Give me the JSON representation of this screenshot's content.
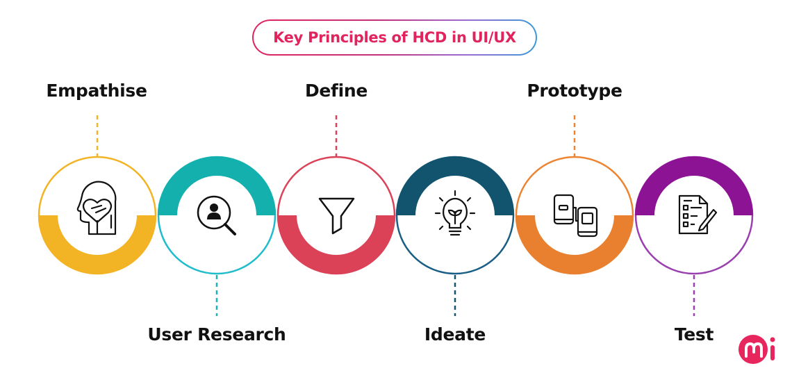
{
  "title": "Key Principles of HCD in UI/UX",
  "colors": {
    "title": "#e0245e",
    "empathise": "#f2b424",
    "user_research": "#1ab2b5",
    "define": "#db4258",
    "ideate": "#12536e",
    "prototype": "#ec8431",
    "test": "#8c1494",
    "logo": "#e8265e"
  },
  "steps": [
    {
      "label": "Empathise",
      "position": "top",
      "icon": "head-heart-handshake-icon"
    },
    {
      "label": "User Research",
      "position": "bottom",
      "icon": "search-user-icon"
    },
    {
      "label": "Define",
      "position": "top",
      "icon": "funnel-icon"
    },
    {
      "label": "Ideate",
      "position": "bottom",
      "icon": "lightbulb-icon"
    },
    {
      "label": "Prototype",
      "position": "top",
      "icon": "prototype-devices-icon"
    },
    {
      "label": "Test",
      "position": "bottom",
      "icon": "checklist-pencil-icon"
    }
  ],
  "logo": {
    "text": "mi"
  }
}
